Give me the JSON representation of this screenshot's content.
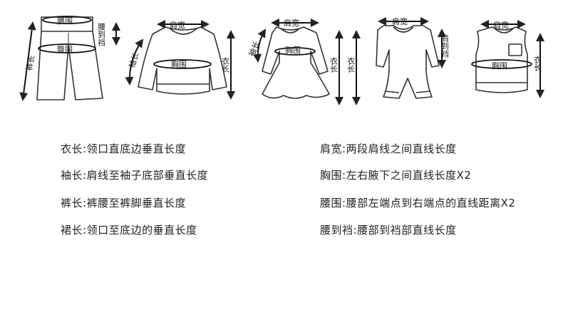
{
  "garments": {
    "pants": {
      "waist": "腰围",
      "hip": "臀围",
      "length": "裤长",
      "rise": "腰到裆"
    },
    "sweater": {
      "shoulder": "肩宽",
      "sleeve": "袖长",
      "chest": "胸围",
      "length": "衣长"
    },
    "dress": {
      "shoulder": "肩宽",
      "sleeve": "袖长",
      "chest": "胸围",
      "length": "衣长"
    },
    "romper": {
      "shoulder": "肩宽",
      "rise": "肩到裆"
    },
    "vest": {
      "shoulder": "肩宽",
      "chest": "胸围",
      "length": "衣长"
    }
  },
  "definitions": {
    "left": [
      {
        "label": "衣长",
        "text": "领口直底边垂直长度"
      },
      {
        "label": "袖长",
        "text": "肩线至袖子底部垂直长度"
      },
      {
        "label": "裤长",
        "text": "裤腰至裤脚垂直长度"
      },
      {
        "label": "裙长",
        "text": "领口至底边的垂直长度"
      }
    ],
    "right": [
      {
        "label": "肩宽",
        "text": "两段肩线之间直线长度"
      },
      {
        "label": "胸围",
        "text": "左右腋下之间直线长度X2"
      },
      {
        "label": "腰围",
        "text": "腰部左端点到右端点的直线距离X2"
      },
      {
        "label": "腰到裆",
        "text": "腰部到裆部直线长度"
      }
    ]
  },
  "separator": ":"
}
